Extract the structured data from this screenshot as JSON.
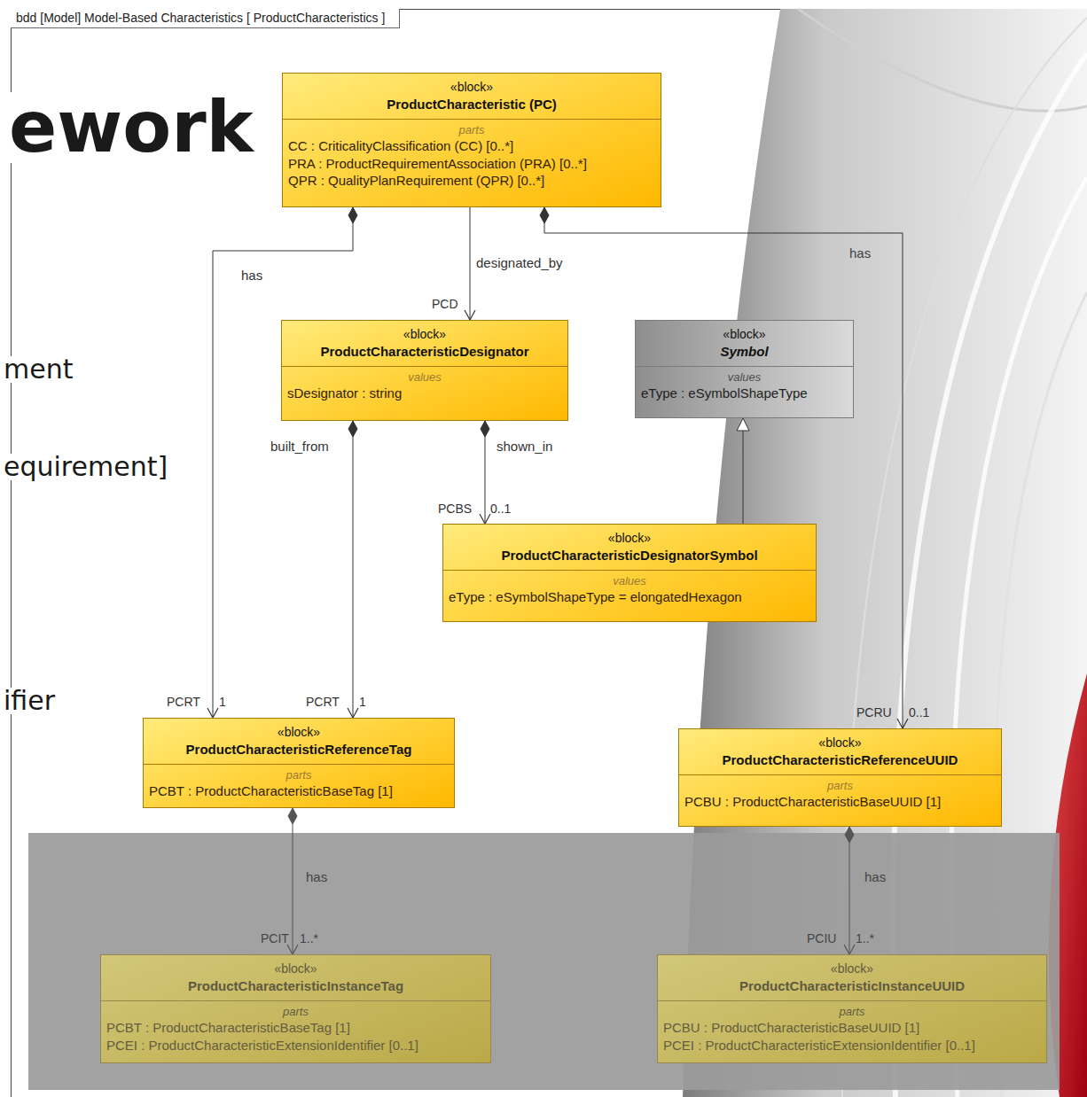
{
  "diagram": {
    "title": "bdd [Model] Model-Based Characteristics [ ProductCharacteristics ]",
    "nodes": [
      {
        "text": [
          "«block»",
          "ProductCharacteristic (PC)",
          "parts",
          "CC : CriticalityClassification (CC) [0..*]",
          "PRA : ProductRequirementAssociation (PRA) [0..*]",
          "QPR : QualityPlanRequirement (QPR) [0..*]"
        ]
      },
      {
        "text": [
          "«block»",
          "ProductCharacteristicDesignator",
          "values",
          "sDesignator : string"
        ]
      },
      {
        "text": [
          "«block»",
          "Symbol",
          "values",
          "eType : eSymbolShapeType"
        ]
      },
      {
        "text": [
          "«block»",
          "ProductCharacteristicDesignatorSymbol",
          "values",
          "eType : eSymbolShapeType = elongatedHexagon"
        ]
      },
      {
        "text": [
          "«block»",
          "ProductCharacteristicReferenceTag",
          "parts",
          "PCBT : ProductCharacteristicBaseTag [1]"
        ]
      },
      {
        "text": [
          "«block»",
          "ProductCharacteristicReferenceUUID",
          "parts",
          "PCBU : ProductCharacteristicBaseUUID [1]"
        ]
      },
      {
        "text": [
          "«block»",
          "ProductCharacteristicInstanceTag",
          "parts",
          "PCBT : ProductCharacteristicBaseTag [1]",
          "PCEI : ProductCharacteristicExtensionIdentifier [0..1]"
        ]
      },
      {
        "text": [
          "«block»",
          "ProductCharacteristicInstanceUUID",
          "parts",
          "PCBU : ProductCharacteristicBaseUUID [1]",
          "PCEI : ProductCharacteristicExtensionIdentifier [0..1]"
        ]
      }
    ],
    "edges": [
      {
        "from": 0,
        "to": 4,
        "arrow": "to",
        "label": "has"
      },
      {
        "from": 0,
        "to": 1,
        "arrow": "to",
        "label": "designated_by"
      },
      {
        "from": 0,
        "to": 5,
        "arrow": "to",
        "label": "has"
      },
      {
        "from": 1,
        "to": 4,
        "arrow": "to",
        "label": "built_from"
      },
      {
        "from": 1,
        "to": 3,
        "arrow": "to",
        "label": "shown_in"
      },
      {
        "from": 3,
        "to": 2,
        "arrow": "to"
      },
      {
        "from": 4,
        "to": 6,
        "arrow": "to",
        "label": "has"
      },
      {
        "from": 5,
        "to": 7,
        "arrow": "to",
        "label": "has"
      }
    ],
    "labels": [
      "ework",
      "ment",
      "equirement]",
      "ifier",
      "PCD",
      "PCRT",
      "1",
      "PCRT",
      "1",
      "PCBS",
      "0..1",
      "PCRU",
      "0..1",
      "PCIT",
      "1..*",
      "PCIU",
      "1..*"
    ]
  }
}
